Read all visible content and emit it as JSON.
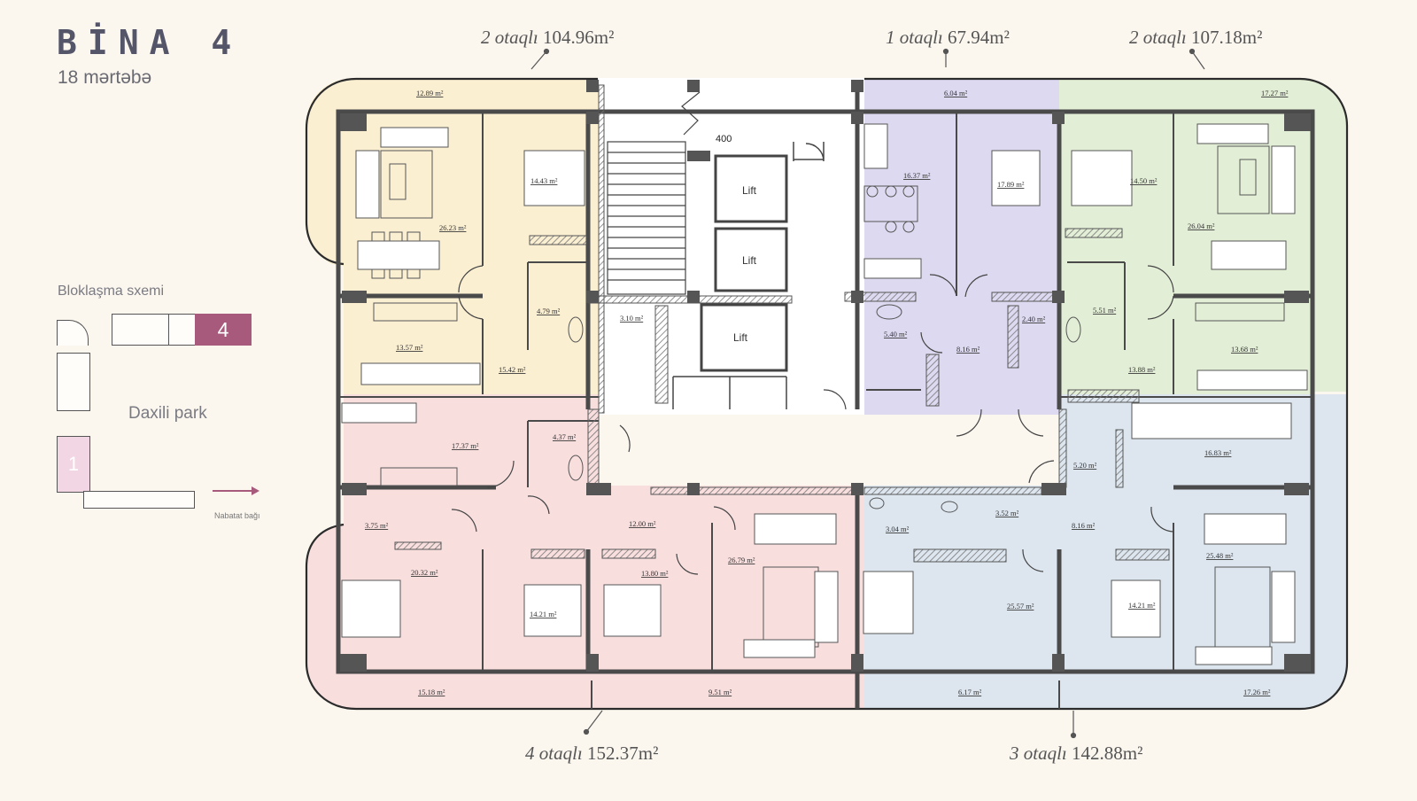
{
  "header": {
    "title": "BİNA 4",
    "subtitle": "18 mərtəbə"
  },
  "legend": {
    "title": "Bloklaşma sxemi",
    "active_block": "4",
    "park_label": "Daxili park",
    "block_one": "1",
    "garden_label": "Nabatat bağı"
  },
  "apartments": {
    "top_left": {
      "rooms": "2 otaqlı",
      "area": "104.96m²"
    },
    "top_middle": {
      "rooms": "1 otaqlı",
      "area": "67.94m²"
    },
    "top_right": {
      "rooms": "2 otaqlı",
      "area": "107.18m²"
    },
    "bottom_left": {
      "rooms": "4 otaqlı",
      "area": "152.37m²"
    },
    "bottom_right": {
      "rooms": "3 otaqlı",
      "area": "142.88m²"
    }
  },
  "rooms": {
    "r01": "12.89 m²",
    "r02": "26.23 m²",
    "r03": "14.43 m²",
    "r04": "4.79 m²",
    "r05": "13.57 m²",
    "r06": "15.42 m²",
    "r07": "3.10 m²",
    "r08": "6.04 m²",
    "r09": "16.37 m²",
    "r10": "17.89 m²",
    "r11": "5.40 m²",
    "r12": "8.16 m²",
    "r13": "17.27 m²",
    "r14": "14.50 m²",
    "r15": "26.04 m²",
    "r16": "2.40 m²",
    "r17": "5.51 m²",
    "r18": "13.88 m²",
    "r19": "13.68 m²",
    "r20": "17.37 m²",
    "r21": "4.37 m²",
    "r22": "3.75 m²",
    "r23": "12.00 m²",
    "r24": "20.32 m²",
    "r25": "14.21 m²",
    "r26": "13.80 m²",
    "r27": "26.79 m²",
    "r28": "15.18 m²",
    "r29": "9.51 m²",
    "r30": "5.20 m²",
    "r31": "16.83 m²",
    "r32": "3.04 m²",
    "r33": "3.52 m²",
    "r34": "8.16 m²",
    "r35": "25.48 m²",
    "r36": "25.57 m²",
    "r37": "14.21 m²",
    "r38": "6.17 m²",
    "r39": "17.26 m²"
  },
  "core": {
    "lift_label": "Lift",
    "dimension": "400"
  },
  "colors": {
    "yellow": "#fbefd2",
    "purple": "#dcd9f0",
    "green": "#e3eed6",
    "pink": "#f9dede",
    "blue": "#dde6ef",
    "wall": "#4a4a4a",
    "accent_block": "#a75a7c"
  }
}
